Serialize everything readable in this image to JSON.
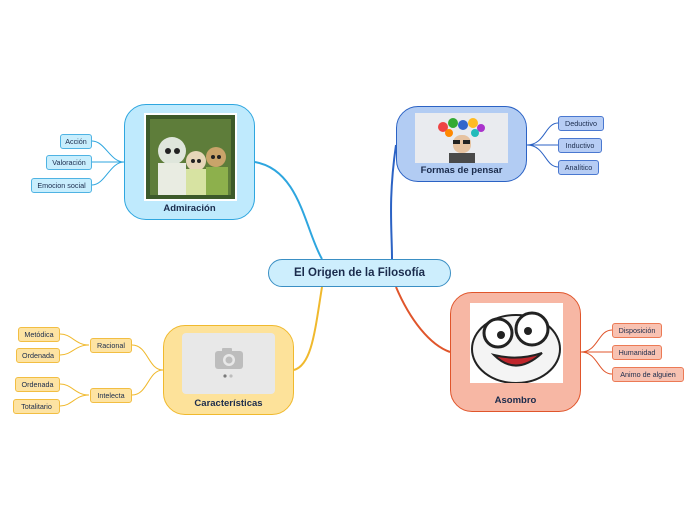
{
  "center": {
    "label": "El Origen de la Filosofía"
  },
  "topics": {
    "admiracion": {
      "label": "Admiración",
      "children": [
        "Acción",
        "Valoración",
        "Emocion social"
      ]
    },
    "formas": {
      "label": "Formas de pensar",
      "children": [
        "Deductivo",
        "Inductivo",
        "Analítico"
      ]
    },
    "asombro": {
      "label": "Asombro",
      "children": [
        "Disposición",
        "Humanidad",
        "Animo de alguien"
      ]
    },
    "caracteristicas": {
      "label": "Características",
      "groups": [
        {
          "label": "Racional",
          "children": [
            "Metódica",
            "Ordenada"
          ]
        },
        {
          "label": "Intelecta",
          "children": [
            "Ordenada",
            "Totalitario"
          ]
        }
      ]
    }
  },
  "colors": {
    "admiracion": "#2ea6df",
    "formas": "#2b62c4",
    "asombro": "#e0552b",
    "caracteristicas": "#f0b92d"
  }
}
